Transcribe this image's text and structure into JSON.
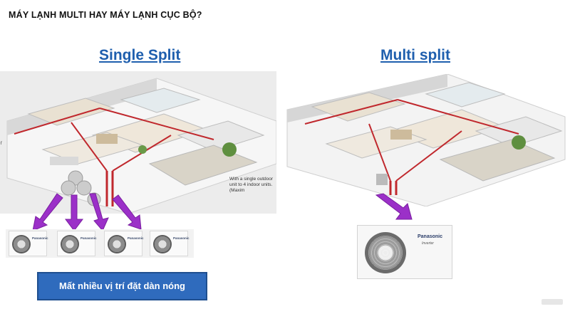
{
  "slide": {
    "title": "MÁY LẠNH MULTI HAY MÁY LẠNH CỤC BỘ?",
    "left_heading": "Single Split",
    "right_heading": "Multi split",
    "left_caption": "With a single outdoor unit to 4 indoor units. (Maxim",
    "left_side_text": "or",
    "unit_brand": "Panasonic",
    "multi_unit_brand": "Panasonic",
    "multi_unit_subbrand": "Inverter",
    "cta_label": "Mất nhiều vị trí đặt dàn nóng"
  },
  "colors": {
    "heading": "#1f5fae",
    "button_bg": "#2f6bbd",
    "arrow": "#9b30c8",
    "pipe": "#c0282d"
  },
  "icons": [
    "arrow-down-purple",
    "outdoor-unit",
    "floorplan-3d"
  ]
}
